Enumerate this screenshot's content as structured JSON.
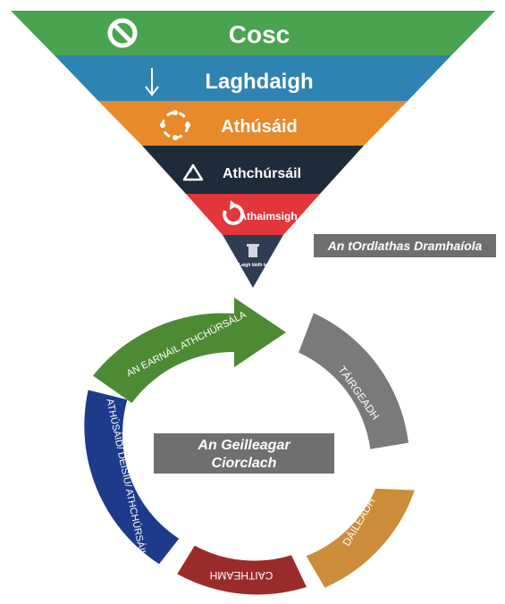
{
  "hierarchy": {
    "levels": [
      {
        "label": "Cosc",
        "icon": "no-entry-icon",
        "color": "#4aa34f"
      },
      {
        "label": "Laghdaigh",
        "icon": "arrow-down-icon",
        "color": "#2f83b3"
      },
      {
        "label": "Athúsáid",
        "icon": "reuse-circle-icon",
        "color": "#e8892a"
      },
      {
        "label": "Athchúrsáil",
        "icon": "recycle-icon",
        "color": "#1e2b3a"
      },
      {
        "label": "Athaimsigh",
        "icon": "recover-icon",
        "color": "#e2363a"
      },
      {
        "label": "Laigh láidh la",
        "icon": "trash-icon",
        "color": "#2f3d53"
      }
    ],
    "caption": "An tOrdlathas Dramhaíola"
  },
  "cycle": {
    "center_label_line1": "An Geilleagar",
    "center_label_line2": "Ciorclach",
    "segments": [
      {
        "label": "TÁIRGEADH",
        "color": "#7a7a7a"
      },
      {
        "label": "DÁILEADH",
        "color": "#cc8c3a"
      },
      {
        "label": "CAITHEAMH",
        "color": "#9b2b2b"
      },
      {
        "label": "ATHÚSÁID/ DEISIÚ/ ATHCHÚRSÁIL",
        "color": "#1e3a8a"
      },
      {
        "label": "AN EARNÁIL ATHCHÚRSÁLA",
        "color": "#4d8a34"
      }
    ]
  }
}
